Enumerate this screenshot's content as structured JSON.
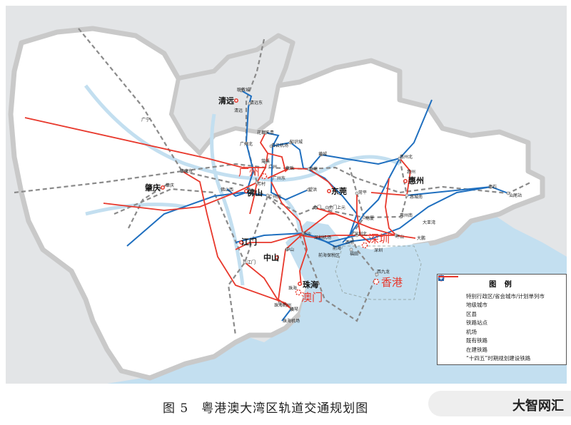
{
  "map": {
    "cities_major": [
      {
        "name": "广州"
      },
      {
        "name": "深圳"
      },
      {
        "name": "香港"
      },
      {
        "name": "澳门"
      }
    ],
    "cities_prefecture": [
      {
        "name": "清远"
      },
      {
        "name": "佛山"
      },
      {
        "name": "东莞"
      },
      {
        "name": "惠州"
      },
      {
        "name": "肇庆"
      },
      {
        "name": "江门"
      },
      {
        "name": "中山"
      },
      {
        "name": "珠海"
      }
    ],
    "stations": [
      "职教城",
      "清远东",
      "清远",
      "广宁",
      "花都天贵",
      "广州北",
      "白云机场",
      "知识城",
      "增城",
      "棠溪",
      "广州",
      "广州东",
      "鱼珠",
      "新塘",
      "芳村",
      "佛山西",
      "广州南",
      "望洪",
      "肇庆东",
      "肇庆",
      "惠州北",
      "惠州",
      "惠城南",
      "常平",
      "塘厦",
      "虎门",
      "虎门上元",
      "惠州南",
      "大亚湾",
      "坪山",
      "大鹏",
      "赤石",
      "汕尾站",
      "南沙",
      "深圳机场",
      "前海",
      "西丽",
      "深圳北",
      "深圳",
      "福田",
      "前海保税区",
      "西九龙",
      "江门",
      "中山",
      "珠海",
      "珠海鹤州",
      "横琴",
      "珠海机场"
    ]
  },
  "legend": {
    "title": "图 例",
    "items": [
      {
        "label": "特别行政区/省会城市/计划单列市"
      },
      {
        "label": "地级城市"
      },
      {
        "label": "区县"
      },
      {
        "label": "铁路站点"
      },
      {
        "label": "机场"
      },
      {
        "label": "既有铁路"
      },
      {
        "label": "在建铁路"
      },
      {
        "label": "“十四五”时期规划建设铁路"
      }
    ]
  },
  "colors": {
    "existing": "#8a8a8a",
    "under_construction": "#1f6fbf",
    "planned": "#e8382c",
    "sea": "#c3dff0",
    "land": "#e3e5e7"
  },
  "caption": "图 5　粤港澳大湾区轨道交通规划图",
  "watermark": "大智网汇"
}
